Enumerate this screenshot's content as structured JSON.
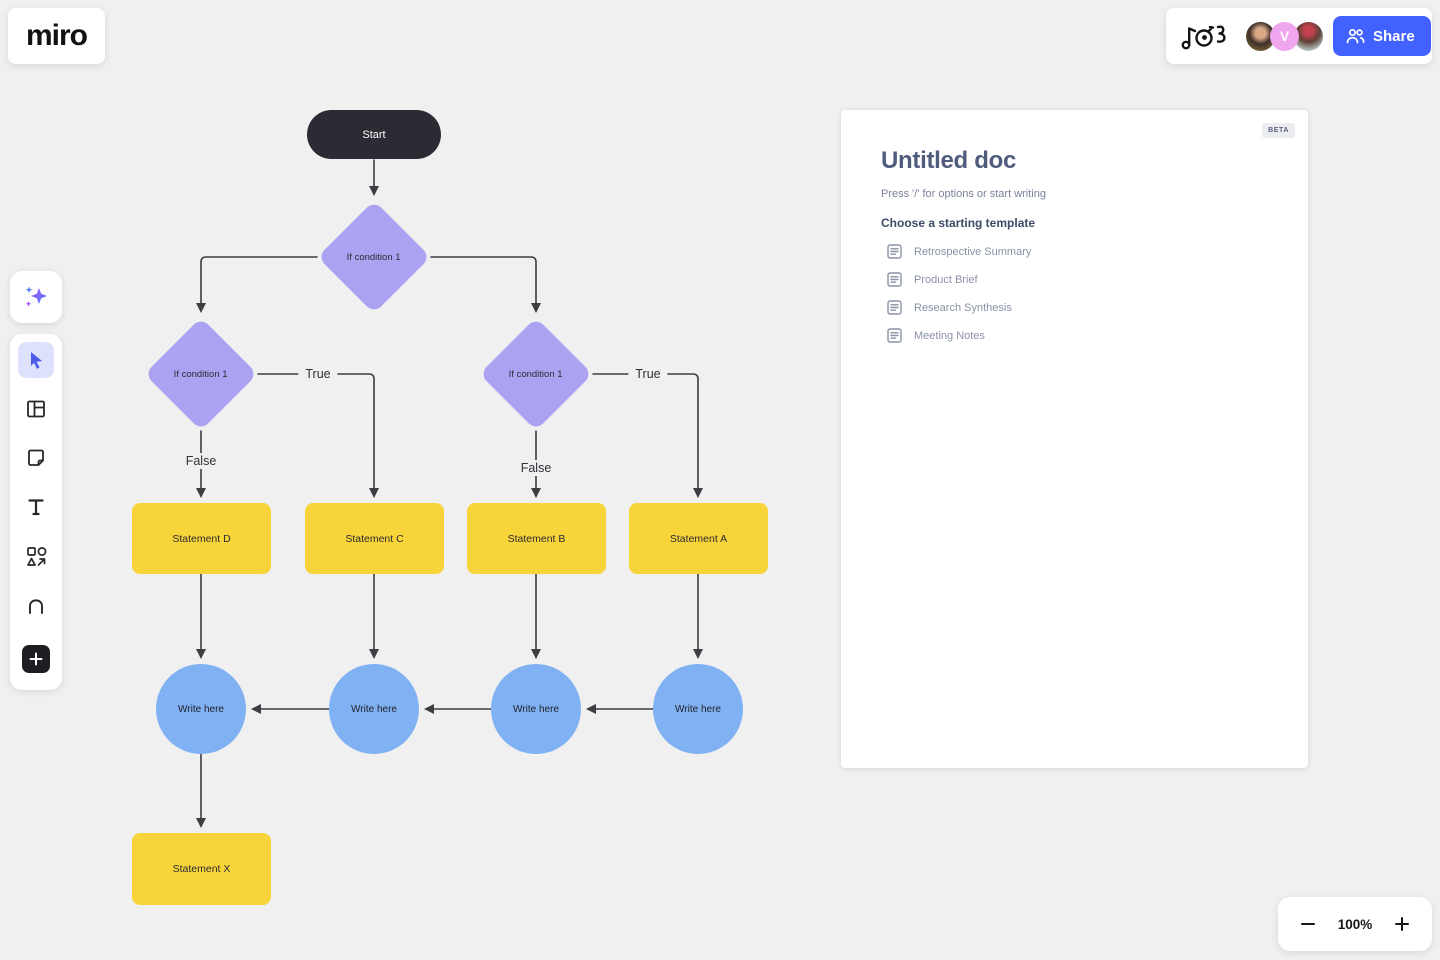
{
  "app": {
    "logo_text": "miro"
  },
  "topbar": {
    "music_timer_icon": "music-timer-doodle-icon",
    "avatars": [
      {
        "type": "photo",
        "label": "collaborator-1"
      },
      {
        "type": "initial",
        "label": "V"
      },
      {
        "type": "photo",
        "label": "collaborator-2"
      }
    ],
    "share_button_label": "Share"
  },
  "sidebar": {
    "active_tool": "select",
    "tools": [
      "ai-assistant",
      "select",
      "templates",
      "sticky-note",
      "text",
      "shapes",
      "pen",
      "add-more"
    ]
  },
  "flowchart": {
    "start_label": "Start",
    "condition_labels": [
      "If condition 1",
      "If condition 1",
      "If condition 1"
    ],
    "true_label": "True",
    "false_label": "False",
    "statements": [
      "Statement D",
      "Statement C",
      "Statement B",
      "Statement A"
    ],
    "write_labels": [
      "Write here",
      "Write here",
      "Write here",
      "Write here"
    ],
    "final_statement": "Statement X"
  },
  "doc_panel": {
    "beta_badge": "BETA",
    "title": "Untitled doc",
    "placeholder": "Press '/' for options or start writing",
    "templates_heading": "Choose a starting template",
    "templates": [
      "Retrospective Summary",
      "Product Brief",
      "Research Synthesis",
      "Meeting Notes"
    ]
  },
  "zoom_controls": {
    "zoom_level": "100%"
  },
  "colors": {
    "canvas_bg": "#F0F0F1",
    "start_node": "#2B2B33",
    "condition_node": "#ABA3F2",
    "statement_node": "#F8D43B",
    "write_node": "#7FB1F3",
    "connector": "#3D3D42",
    "share_button": "#4262FF",
    "active_tool_bg": "#DDE1FC",
    "active_tool_cursor": "#4B5BE8"
  }
}
